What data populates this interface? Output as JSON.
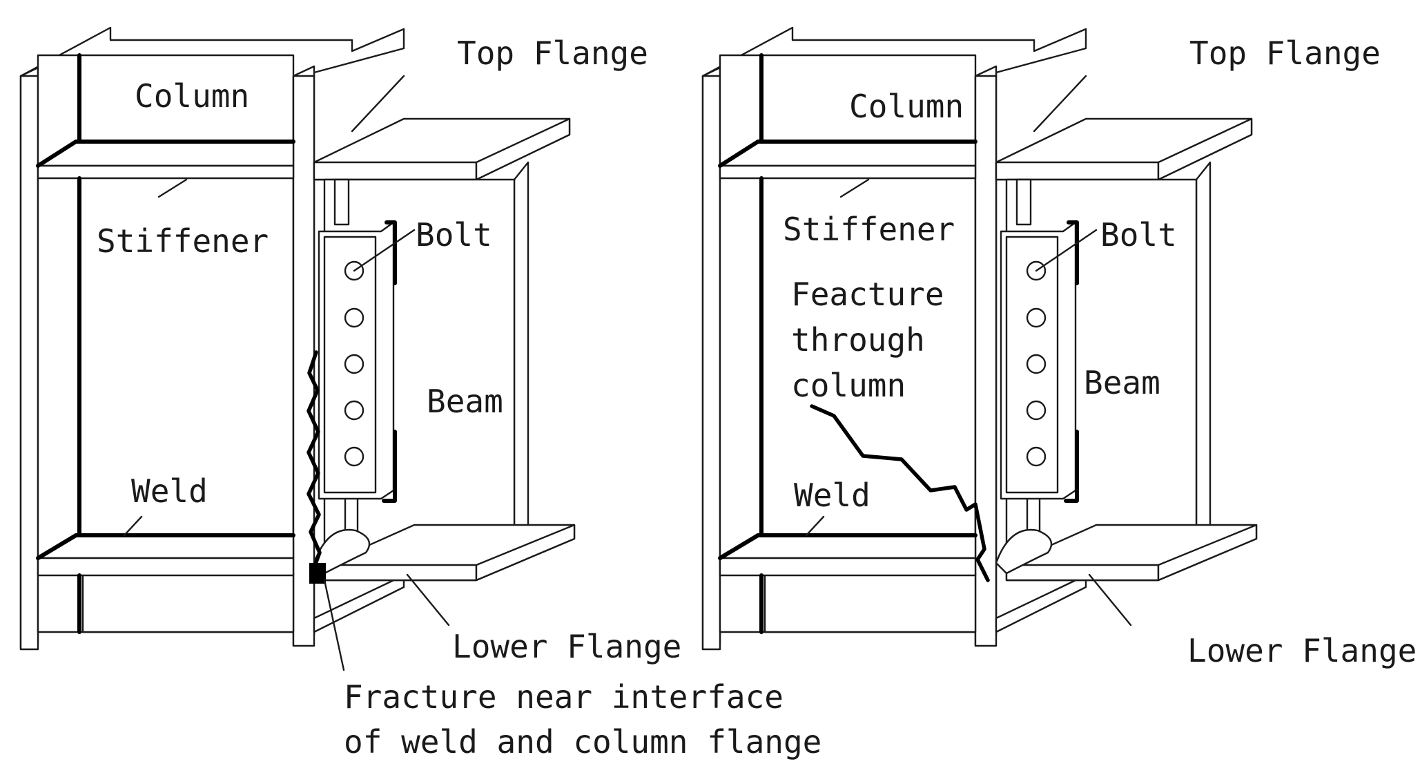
{
  "colors": {
    "ink": "#1a1a1a",
    "background": "#ffffff"
  },
  "left_panel": {
    "labels": {
      "column": "Column",
      "top_flange": "Top Flange",
      "stiffener": "Stiffener",
      "bolt": "Bolt",
      "beam": "Beam",
      "weld": "Weld",
      "lower_flange": "Lower Flange",
      "fracture_line1": "Fracture near interface",
      "fracture_line2": "of weld and column flange"
    }
  },
  "right_panel": {
    "labels": {
      "column": "Column",
      "top_flange": "Top Flange",
      "stiffener": "Stiffener",
      "bolt": "Bolt",
      "beam": "Beam",
      "weld": "Weld",
      "lower_flange": "Lower Flange",
      "fracture_line1": "Feacture",
      "fracture_line2": "through",
      "fracture_line3": "column"
    }
  }
}
